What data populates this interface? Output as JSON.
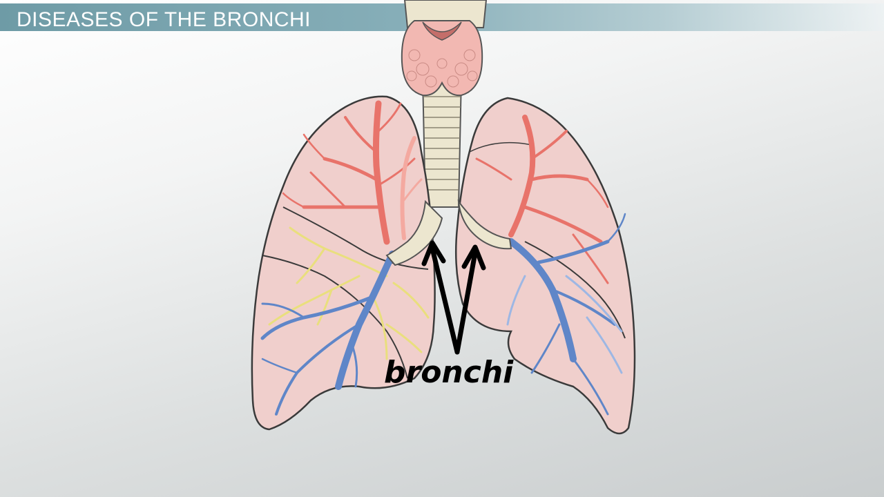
{
  "title": "DISEASES OF THE BRONCHI",
  "diagram": {
    "label": "bronchi",
    "colors": {
      "lung_fill": "#f0cfcc",
      "lung_outline": "#3a3a3a",
      "trachea": "#ece6cf",
      "thyroid": "#f2b8b2",
      "artery": "#e8736a",
      "artery_light": "#f4a9a0",
      "vein": "#5f86c8",
      "vein_light": "#9db7e4",
      "lymph": "#e9df7d",
      "arrow": "#000000"
    },
    "icons": [
      "lungs-illustration",
      "arrow-up-icon"
    ]
  }
}
